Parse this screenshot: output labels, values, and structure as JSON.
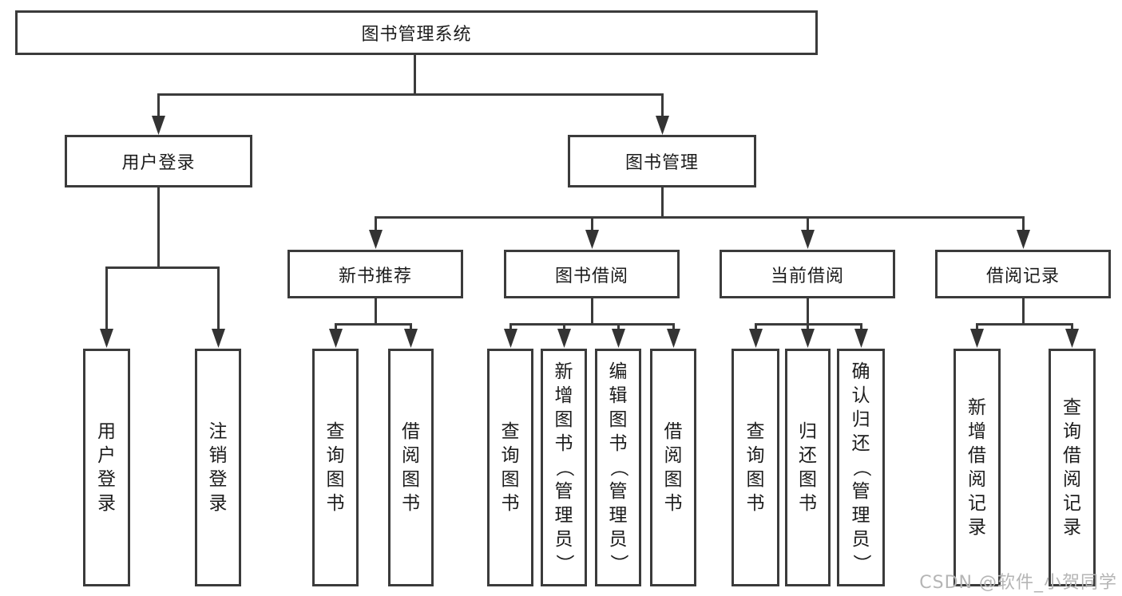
{
  "diagram": {
    "type": "hierarchy-tree",
    "orientation": "top-down"
  },
  "colors": {
    "background": "#ffffff",
    "line": "#3b3b3b",
    "box_border": "#3b3b3b",
    "text": "#1c1c1c",
    "watermark": "#b5b5b5"
  },
  "tree": {
    "root": {
      "label": "图书管理系统",
      "children": [
        {
          "label": "用户登录",
          "children": [
            {
              "label": "用户登录"
            },
            {
              "label": "注销登录"
            }
          ]
        },
        {
          "label": "图书管理",
          "children": [
            {
              "label": "新书推荐",
              "children": [
                {
                  "label": "查询图书"
                },
                {
                  "label": "借阅图书"
                }
              ]
            },
            {
              "label": "图书借阅",
              "children": [
                {
                  "label": "查询图书"
                },
                {
                  "label": "新增图书（管理员）"
                },
                {
                  "label": "编辑图书（管理员）"
                },
                {
                  "label": "借阅图书"
                }
              ]
            },
            {
              "label": "当前借阅",
              "children": [
                {
                  "label": "查询图书"
                },
                {
                  "label": "归还图书"
                },
                {
                  "label": "确认归还（管理员）"
                }
              ]
            },
            {
              "label": "借阅记录",
              "children": [
                {
                  "label": "新增借阅记录"
                },
                {
                  "label": "查询借阅记录"
                }
              ]
            }
          ]
        }
      ]
    }
  },
  "watermark": {
    "text": "CSDN @软件_小贺同学"
  }
}
